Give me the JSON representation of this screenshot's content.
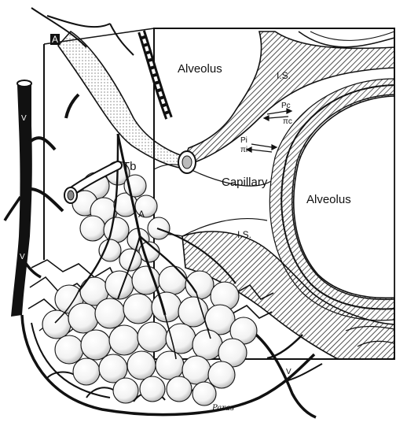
{
  "labels": {
    "alveolus_top": "Alveolus",
    "alveolus_right": "Alveolus",
    "capillary": "Capillary",
    "is_top": "I.S.",
    "is_bottom": "I.S.",
    "pc": "Pc",
    "pi_c": "πc",
    "pi": "Pi",
    "pi_i": "πi",
    "tb": "Tb",
    "a_top": "A",
    "a_mid": "A",
    "v_top": "V",
    "v_mid": "V",
    "v_right": "V",
    "signature": "Paras"
  },
  "colors": {
    "ink": "#111111",
    "paper": "#ffffff",
    "hatch": "#222222"
  }
}
